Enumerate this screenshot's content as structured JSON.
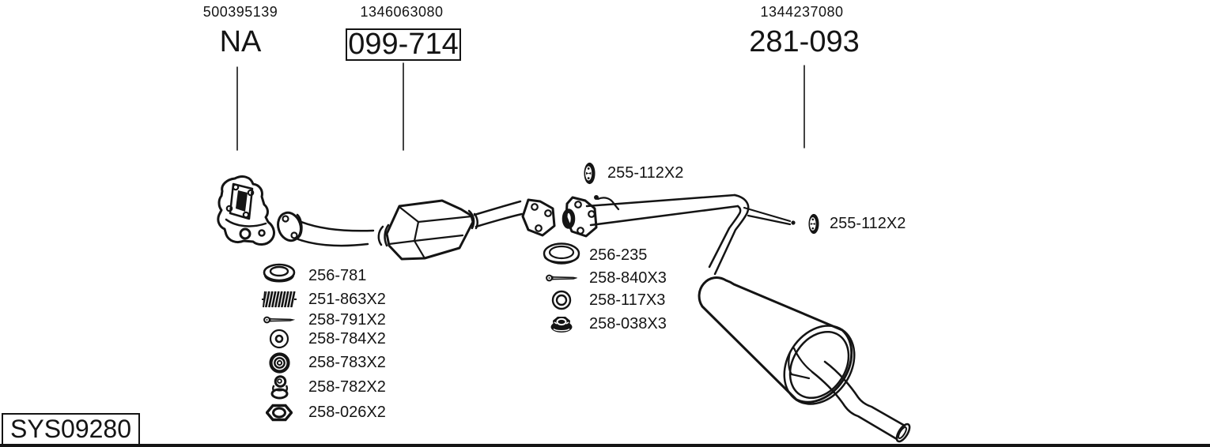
{
  "page": {
    "background": "#ffffff",
    "line_color": "#141414"
  },
  "diagram_id": {
    "label": "SYS09280"
  },
  "top_labels": [
    {
      "oe_number": "500395139",
      "code": "NA",
      "boxed": false
    },
    {
      "oe_number": "1346063080",
      "code": "099-714",
      "boxed": true
    },
    {
      "oe_number": "1344237080",
      "code": "281-093",
      "boxed": false
    }
  ],
  "callouts": [
    {
      "icon": "rubber-hanger-icon",
      "label": "255-112X2"
    },
    {
      "icon": "rubber-hanger-icon",
      "label": "255-112X2"
    }
  ],
  "front_parts_list": {
    "items": [
      {
        "icon": "gasket-ring-icon",
        "label": "256-781"
      },
      {
        "icon": "coil-spring-icon",
        "label": "251-863X2"
      },
      {
        "icon": "bolt-icon",
        "label": "258-791X2"
      },
      {
        "icon": "washer-icon",
        "label": "258-784X2"
      },
      {
        "icon": "grommet-icon",
        "label": "258-783X2"
      },
      {
        "icon": "rubber-mount-icon",
        "label": "258-782X2"
      },
      {
        "icon": "hex-nut-icon",
        "label": "258-026X2"
      }
    ]
  },
  "rear_parts_list": {
    "items": [
      {
        "icon": "gasket-ring-icon",
        "label": "256-235"
      },
      {
        "icon": "bolt-icon",
        "label": "258-840X3"
      },
      {
        "icon": "washer-icon",
        "label": "258-117X3"
      },
      {
        "icon": "flange-nut-icon",
        "label": "258-038X3"
      }
    ]
  }
}
